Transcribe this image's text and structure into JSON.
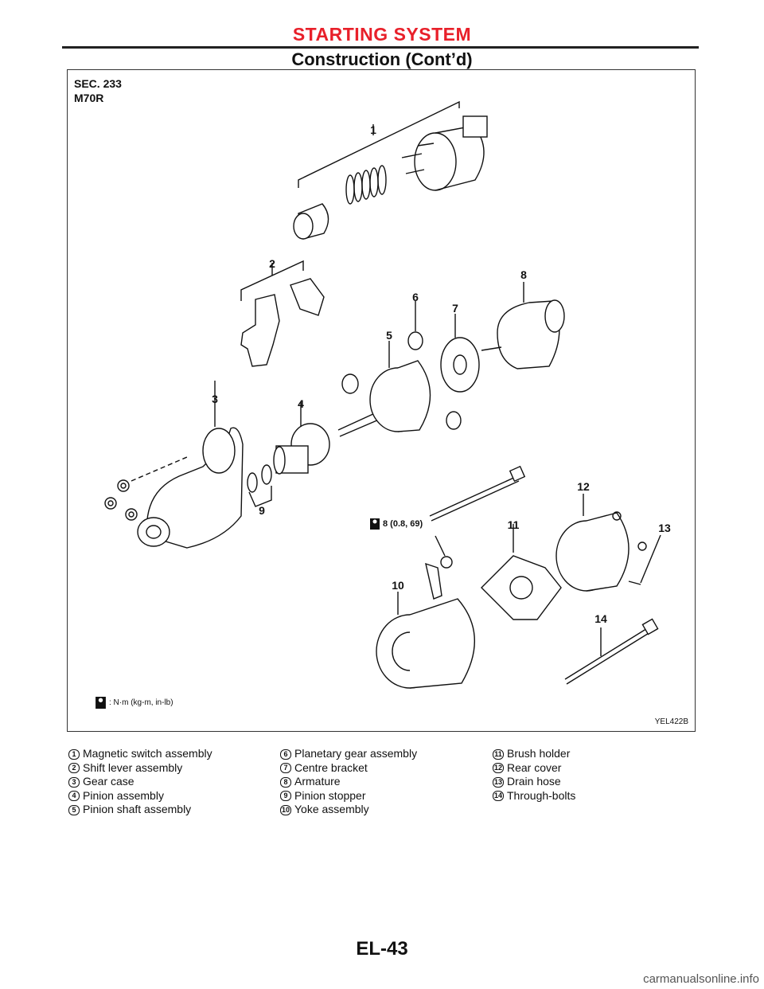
{
  "header": {
    "section_title": "STARTING SYSTEM",
    "subtitle": "Construction (Cont’d)"
  },
  "figure": {
    "sec_line1": "SEC. 233",
    "sec_line2": "M70R",
    "torque_value": "8 (0.8, 69)",
    "legend_text": ": N·m (kg-m, in-lb)",
    "figure_id": "YEL422B",
    "callouts": [
      "1",
      "2",
      "3",
      "4",
      "5",
      "6",
      "7",
      "8",
      "9",
      "10",
      "11",
      "12",
      "13",
      "14"
    ]
  },
  "parts": [
    {
      "num": "1",
      "label": "Magnetic switch assembly"
    },
    {
      "num": "2",
      "label": "Shift lever assembly"
    },
    {
      "num": "3",
      "label": "Gear case"
    },
    {
      "num": "4",
      "label": "Pinion assembly"
    },
    {
      "num": "5",
      "label": "Pinion shaft assembly"
    },
    {
      "num": "6",
      "label": "Planetary gear assembly"
    },
    {
      "num": "7",
      "label": "Centre bracket"
    },
    {
      "num": "8",
      "label": "Armature"
    },
    {
      "num": "9",
      "label": "Pinion stopper"
    },
    {
      "num": "10",
      "label": "Yoke assembly"
    },
    {
      "num": "11",
      "label": "Brush holder"
    },
    {
      "num": "12",
      "label": "Rear cover"
    },
    {
      "num": "13",
      "label": "Drain hose"
    },
    {
      "num": "14",
      "label": "Through-bolts"
    }
  ],
  "footer": {
    "page_number": "EL-43",
    "watermark": "carmanualsonline.info"
  }
}
